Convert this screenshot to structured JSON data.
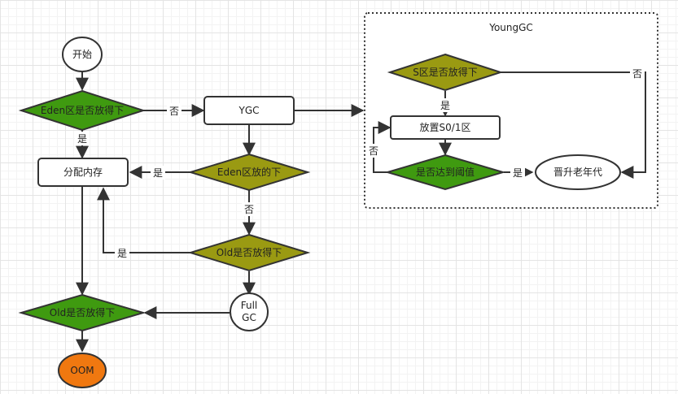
{
  "colors": {
    "diamond_olive": "#9a9a12",
    "diamond_green": "#3f9a10",
    "oom_orange": "#f07810",
    "stroke": "#333333"
  },
  "group": {
    "title": "YoungGC"
  },
  "nodes": {
    "start": "开始",
    "eden_fit": "Eden区是否放得下",
    "ygc": "YGC",
    "alloc": "分配内存",
    "eden_fit_after": "Eden区放的下",
    "old_fit_1": "Old是否放得下",
    "full_gc_1": "Full",
    "full_gc_2": "GC",
    "old_fit_2": "Old是否放得下",
    "oom": "OOM",
    "s_fit": "S区是否放得下",
    "put_s": "放置S0/1区",
    "threshold": "是否达到阈值",
    "promote": "晋升老年代"
  },
  "edge_labels": {
    "eden_yes": "是",
    "eden_no": "否",
    "after_yes": "是",
    "after_no": "否",
    "old1_yes": "是",
    "s_yes": "是",
    "s_no": "否",
    "thr_yes": "是",
    "thr_no": "否"
  }
}
